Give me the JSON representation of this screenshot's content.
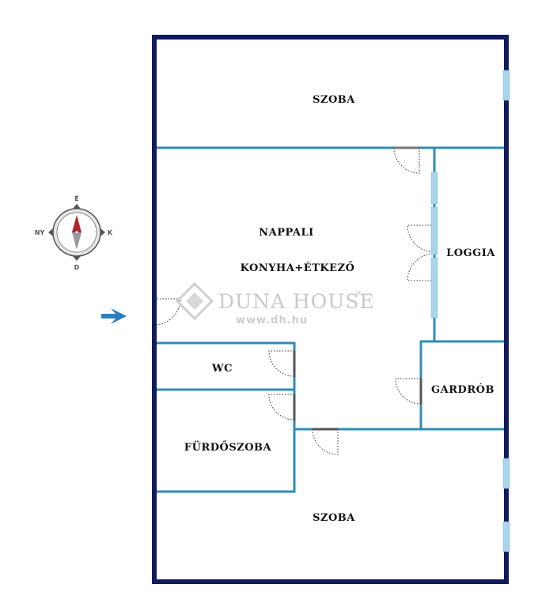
{
  "rooms": {
    "szoba_top": "SZOBA",
    "nappali": "NAPPALI",
    "konyha": "KONYHA+ÉTKEZŐ",
    "loggia": "LOGGIA",
    "wc": "WC",
    "gardrob": "GARDRÓB",
    "furdoszoba": "FÜRDŐSZOBA",
    "szoba_bottom": "SZOBA"
  },
  "compass": {
    "north": "É",
    "south": "D",
    "east": "K",
    "west": "NY"
  },
  "watermark": {
    "brand": "DUNA HOUSE",
    "registered": "®",
    "url": "www.dh.hu"
  },
  "colors": {
    "outer_wall": "#101a5c",
    "inner_wall": "#2f8db5",
    "window": "#a9d4ea",
    "entrance_arrow": "#2a7fc0",
    "compass_needle_north": "#b0232a",
    "compass_ring": "#555555"
  }
}
